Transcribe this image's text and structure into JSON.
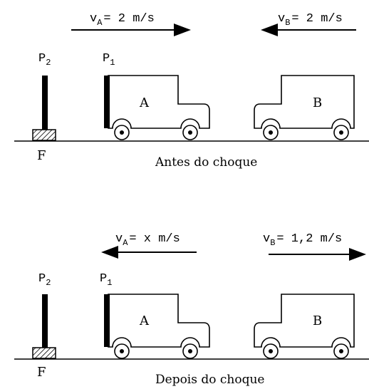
{
  "before": {
    "va_label": "v",
    "va_sub": "A",
    "va_value": "= 2 m/s",
    "vb_label": "v",
    "vb_sub": "B",
    "vb_value": "= 2 m/s",
    "p2_label": "P",
    "p2_sub": "2",
    "p1_label": "P",
    "p1_sub": "1",
    "truck_a": "A",
    "truck_b": "B",
    "f_label": "F",
    "caption": "Antes do choque"
  },
  "after": {
    "va_label": "v",
    "va_sub": "A",
    "va_value": "= x m/s",
    "vb_label": "v",
    "vb_sub": "B",
    "vb_value": "= 1,2 m/s",
    "p2_label": "P",
    "p2_sub": "2",
    "p1_label": "P",
    "p1_sub": "1",
    "truck_a": "A",
    "truck_b": "B",
    "f_label": "F",
    "caption": "Depois do choque"
  }
}
